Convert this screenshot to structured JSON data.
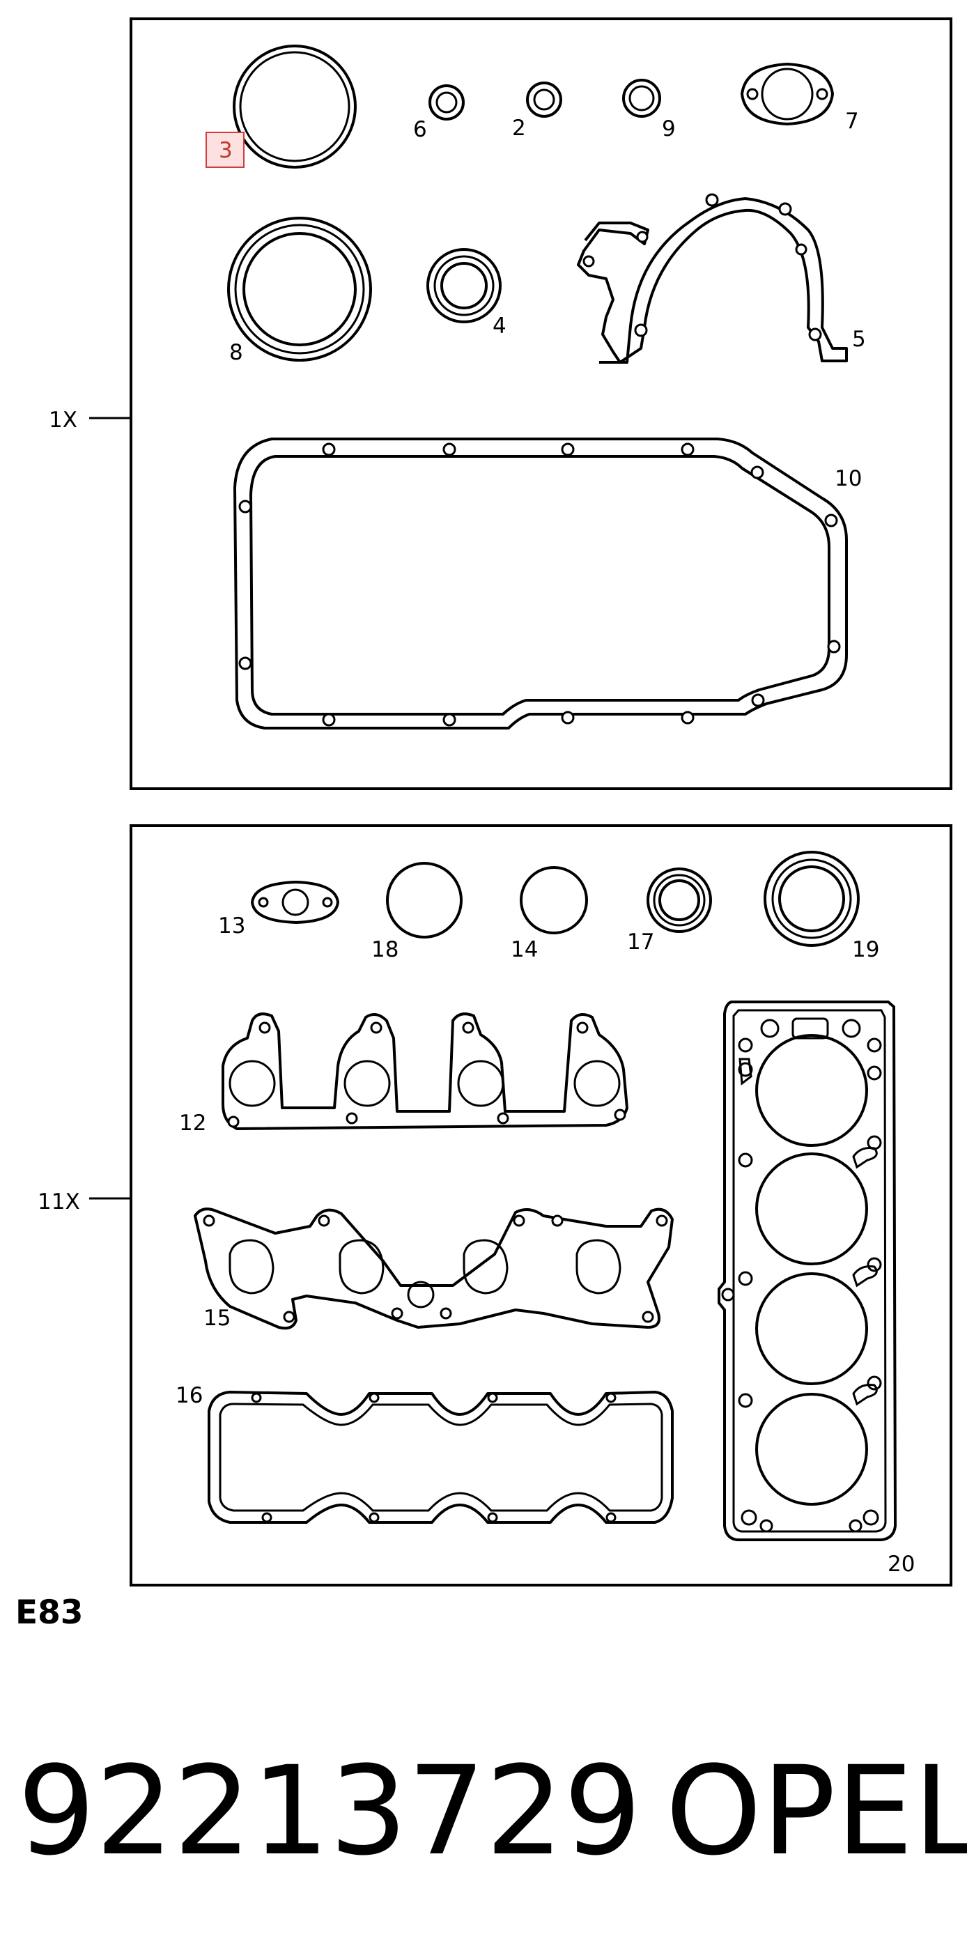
{
  "diagram": {
    "code": "E83",
    "part_number": "92213729",
    "brand": "OPEL",
    "highlight_color": "#d23c3c",
    "box_top": {
      "quantity": "1X",
      "labels": {
        "l3": "3",
        "l6": "6",
        "l2": "2",
        "l9": "9",
        "l7": "7",
        "l8": "8",
        "l4": "4",
        "l5": "5",
        "l10": "10"
      }
    },
    "box_bottom": {
      "quantity": "11X",
      "labels": {
        "l13": "13",
        "l18": "18",
        "l14": "14",
        "l17": "17",
        "l19": "19",
        "l12": "12",
        "l15": "15",
        "l16": "16",
        "l20": "20"
      }
    },
    "highlighted_part": "3"
  }
}
